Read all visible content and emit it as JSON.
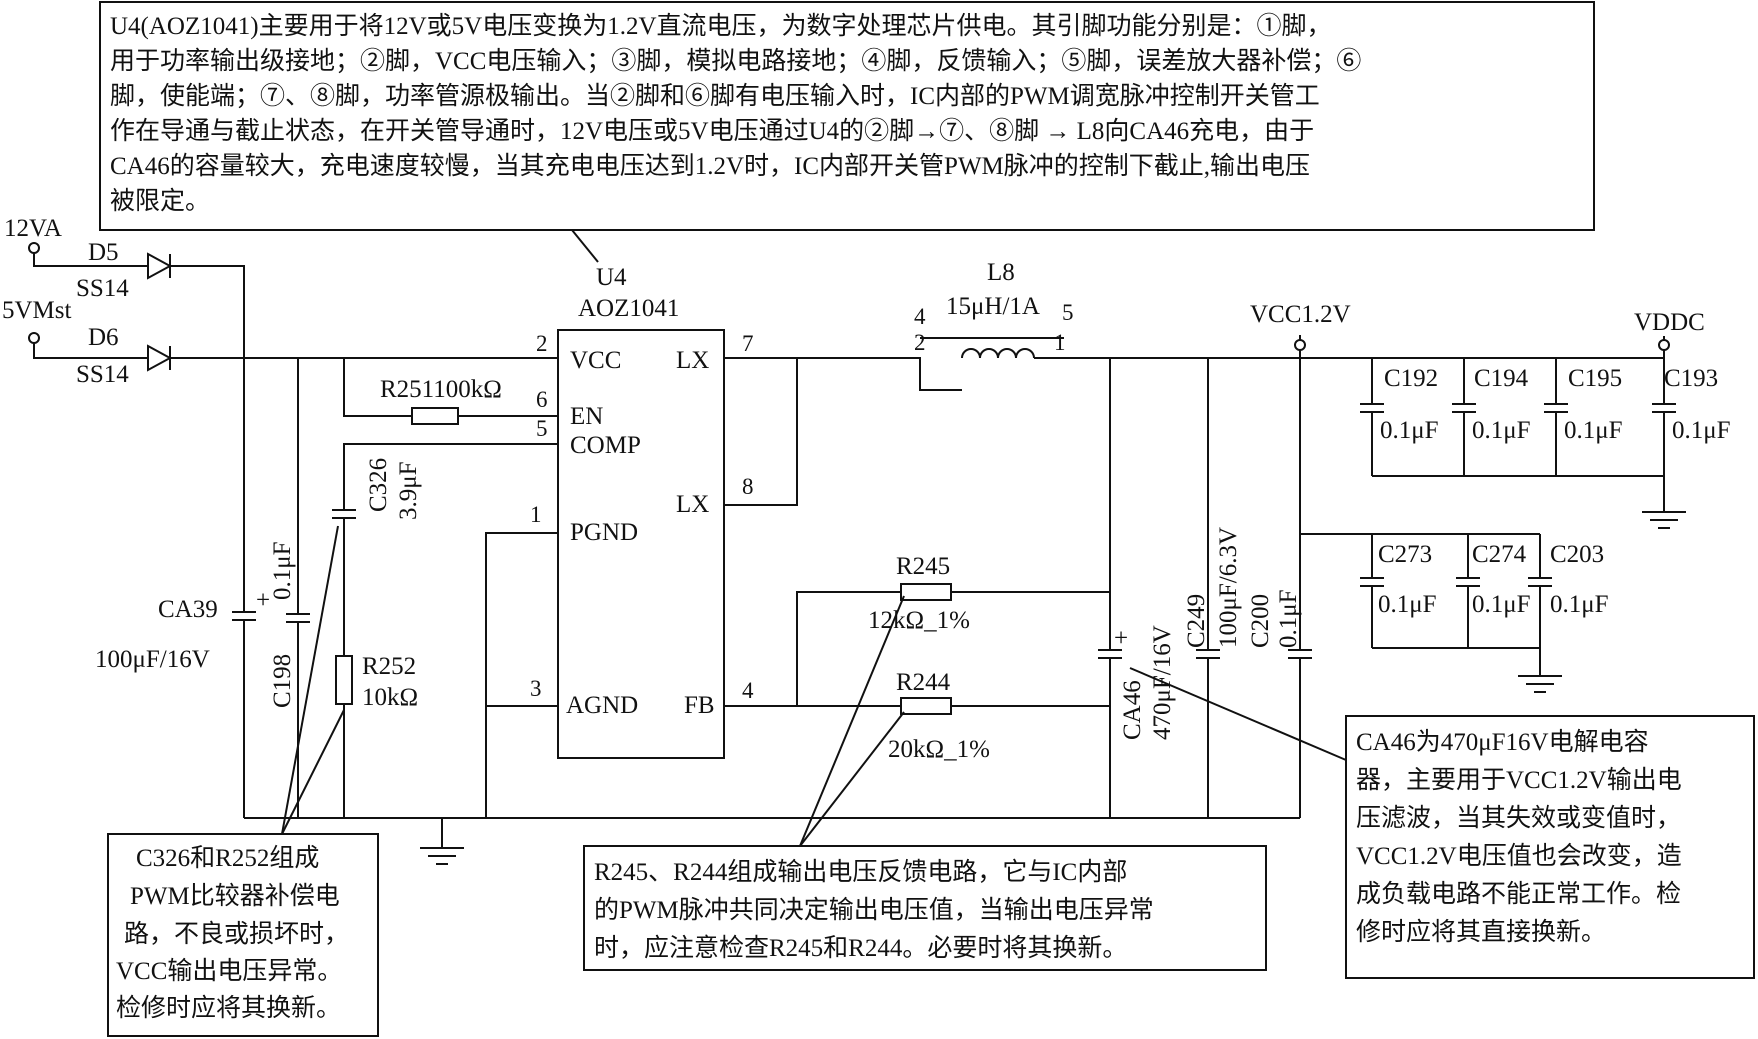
{
  "ic": {
    "ref": "U4",
    "part": "AOZ1041",
    "pins": {
      "vcc": {
        "num": "2",
        "name": "VCC"
      },
      "en": {
        "num": "6",
        "name": "EN"
      },
      "comp": {
        "num": "5",
        "name": "COMP"
      },
      "pgnd": {
        "num": "1",
        "name": "PGND"
      },
      "agnd": {
        "num": "3",
        "name": "AGND"
      },
      "lx1": {
        "num": "7",
        "name": "LX"
      },
      "lx2": {
        "num": "8",
        "name": "LX"
      },
      "fb": {
        "num": "4",
        "name": "FB"
      }
    }
  },
  "inputs": {
    "in12": "12VA",
    "in5": "5VMst"
  },
  "diodes": {
    "d5": {
      "ref": "D5",
      "part": "SS14"
    },
    "d6": {
      "ref": "D6",
      "part": "SS14"
    }
  },
  "parts": {
    "r251": "R251100kΩ",
    "c326_ref": "C326",
    "c326_val": "3.9μF",
    "r252_ref": "R252",
    "r252_val": "10kΩ",
    "ca39_ref": "CA39",
    "ca39_val": "100μF/16V",
    "ca39_pol": "+",
    "c198_ref": "C198",
    "c198_val": "0.1μF",
    "l8_ref": "L8",
    "l8_val": "15μH/1A",
    "l8_p4": "4",
    "l8_p5": "5",
    "l8_p2": "2",
    "l8_p1": "1",
    "r245_ref": "R245",
    "r245_val": "12kΩ_1%",
    "r244_ref": "R244",
    "r244_val": "20kΩ_1%",
    "ca46_ref": "CA46",
    "ca46_val": "470μF/16V",
    "ca46_pol": "+",
    "c249_ref": "C249",
    "c249_val": "100μF/6.3V",
    "c200_ref": "C200",
    "c200_val": "0.1μF"
  },
  "rails": {
    "vcc12": "VCC1.2V",
    "vddc": "VDDC"
  },
  "decoupling_top": [
    {
      "ref": "C192",
      "val": "0.1μF"
    },
    {
      "ref": "C194",
      "val": "0.1μF"
    },
    {
      "ref": "C195",
      "val": "0.1μF"
    },
    {
      "ref": "C193",
      "val": "0.1μF"
    }
  ],
  "decoupling_bottom": [
    {
      "ref": "C273",
      "val": "0.1μF"
    },
    {
      "ref": "C274",
      "val": "0.1μF"
    },
    {
      "ref": "C203",
      "val": "0.1μF"
    }
  ],
  "notes": {
    "top": [
      "U4(AOZ1041)主要用于将12V或5V电压变换为1.2V直流电压，为数字处理芯片供电。其引脚功能分别是：①脚，",
      "用于功率输出级接地；②脚，VCC电压输入；③脚，模拟电路接地；④脚，反馈输入；⑤脚，误差放大器补偿；⑥",
      "脚，使能端；⑦、⑧脚，功率管源极输出。当②脚和⑥脚有电压输入时，IC内部的PWM调宽脉冲控制开关管工",
      "作在导通与截止状态，在开关管导通时，12V电压或5V电压通过U4的②脚→⑦、⑧脚 → L8向CA46充电，由于",
      "CA46的容量较大，充电速度较慢，当其充电电压达到1.2V时，IC内部开关管PWM脉冲的控制下截止,输出电压",
      "被限定。"
    ],
    "left": [
      "C326和R252组成",
      "PWM比较器补偿电",
      "路，不良或损坏时，",
      "VCC输出电压异常。",
      "检修时应将其换新。"
    ],
    "middle": [
      "R245、R244组成输出电压反馈电路，它与IC内部",
      "的PWM脉冲共同决定输出电压值，当输出电压异常",
      "时，应注意检查R245和R244。必要时将其换新。"
    ],
    "right": [
      "CA46为470μF16V电解电容",
      "器，主要用于VCC1.2V输出电",
      "压滤波，当其失效或变值时，",
      "VCC1.2V电压值也会改变，造",
      "成负载电路不能正常工作。检",
      "修时应将其直接换新。"
    ]
  }
}
